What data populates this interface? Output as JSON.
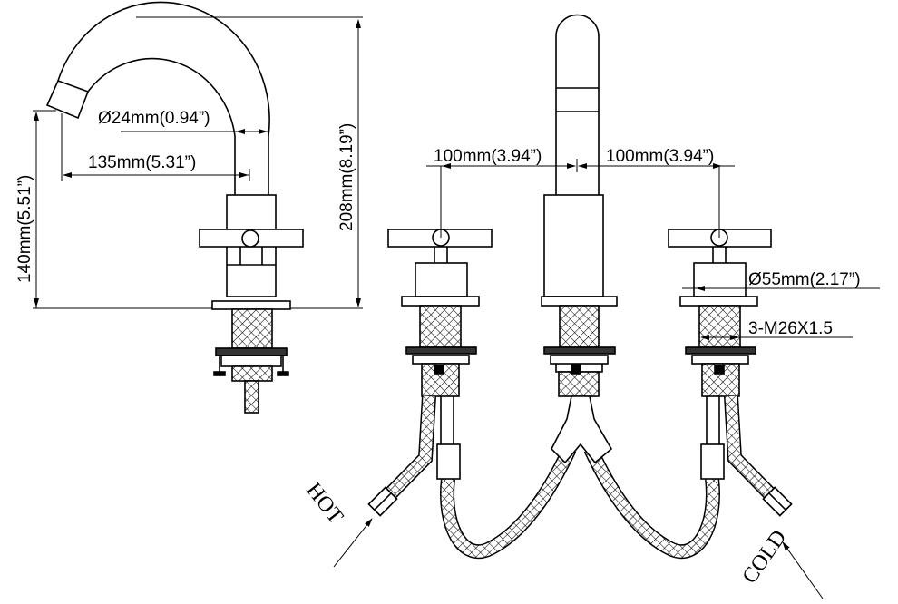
{
  "dimensions": {
    "spout_diameter": "Ø24mm(0.94”)",
    "spout_reach": "135mm(5.31”)",
    "spout_height": "140mm(5.51”)",
    "total_height": "208mm(8.19”)",
    "left_spacing": "100mm(3.94”)",
    "right_spacing": "100mm(3.94”)",
    "base_diameter": "Ø55mm(2.17”)",
    "thread": "3-M26X1.5"
  },
  "labels": {
    "hot": "HOT",
    "cold": "COLD"
  },
  "colors": {
    "line": "#000000",
    "background": "#ffffff"
  }
}
